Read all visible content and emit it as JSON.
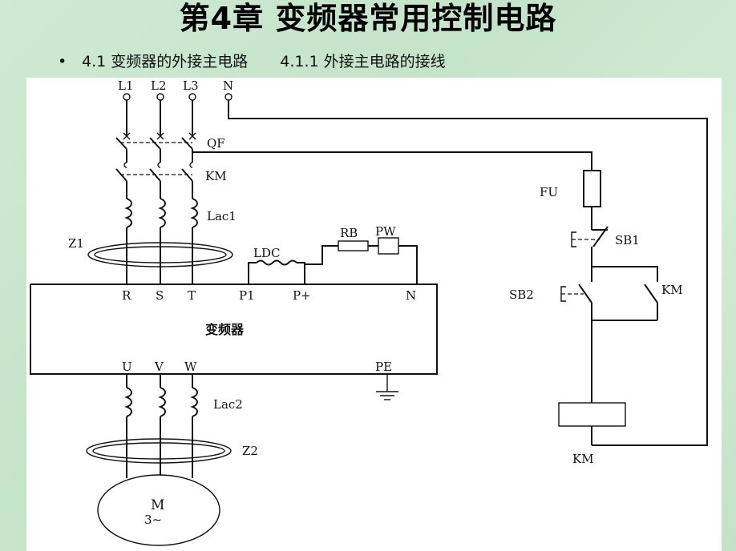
{
  "slide": {
    "title": "第4章  变频器常用控制电路",
    "bullet": "•",
    "subtitle_left": "4.1 变频器的外接主电路",
    "subtitle_right": "4.1.1 外接主电路的接线"
  },
  "colors": {
    "background": "#c8e6cc",
    "panel": "#ffffff",
    "line": "#111111"
  },
  "diagram": {
    "supply_terminals": [
      "L1",
      "L2",
      "L3",
      "N"
    ],
    "breaker_label": "QF",
    "contactor_label": "KM",
    "input_reactor_label": "Lac1",
    "input_filter_label": "Z1",
    "dc_reactor_label": "LDC",
    "brake_resistor_label": "RB",
    "brake_unit_label": "PW",
    "inverter": {
      "label": "变频器",
      "input_terminals": [
        "R",
        "S",
        "T",
        "P1",
        "P+",
        "N"
      ],
      "output_terminals": [
        "U",
        "V",
        "W",
        "PE"
      ]
    },
    "output_reactor_label": "Lac2",
    "output_filter_label": "Z2",
    "motor": {
      "label": "M",
      "phase": "3~"
    },
    "control": {
      "fuse_label": "FU",
      "stop_button_label": "SB1",
      "start_button_label": "SB2",
      "hold_contact_label": "KM",
      "coil_label": "KM"
    }
  }
}
